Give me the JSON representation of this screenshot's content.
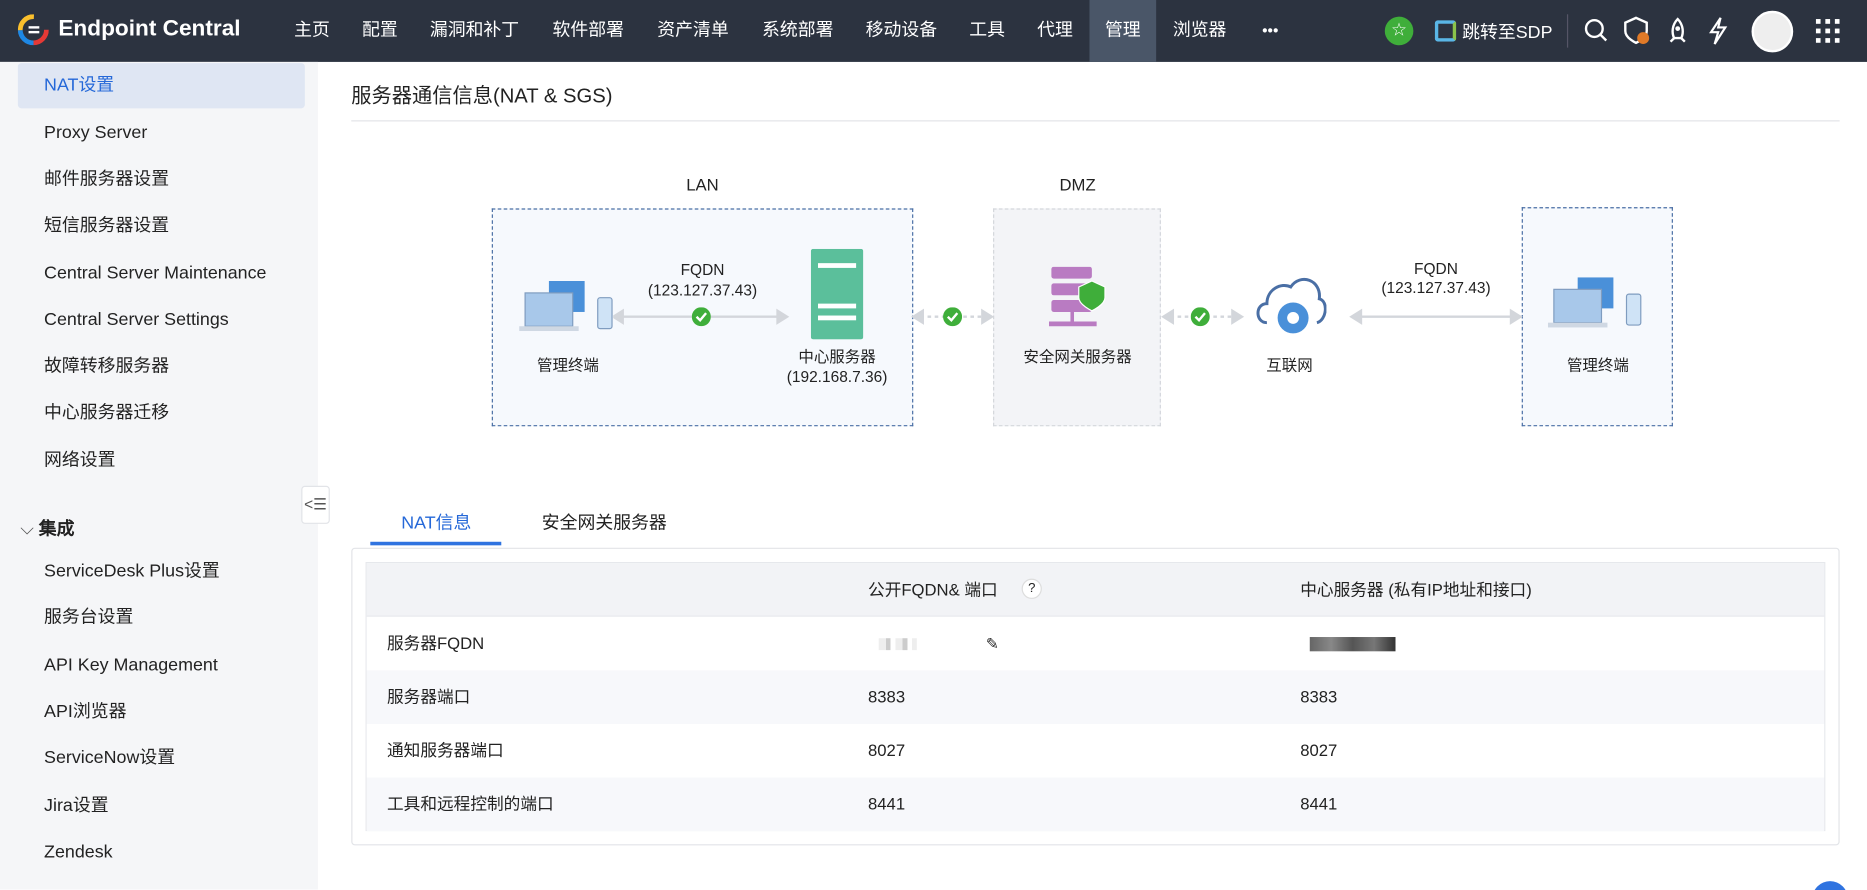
{
  "nav": {
    "brand": "Endpoint Central",
    "items": [
      "主页",
      "配置",
      "漏洞和补丁",
      "软件部署",
      "资产清单",
      "系统部署",
      "移动设备",
      "工具",
      "代理",
      "管理",
      "浏览器"
    ],
    "active": "管理",
    "more": "•••",
    "sdp_link": "跳转至SDP"
  },
  "sidebar": {
    "items": [
      "NAT设置",
      "Proxy Server",
      "邮件服务器设置",
      "短信服务器设置",
      "Central Server Maintenance",
      "Central Server Settings",
      "故障转移服务器",
      "中心服务器迁移",
      "网络设置"
    ],
    "section": "集成",
    "section_items": [
      "ServiceDesk Plus设置",
      "服务台设置",
      "API Key Management",
      "API浏览器",
      "ServiceNow设置",
      "Jira设置",
      "Zendesk"
    ]
  },
  "page": {
    "title": "服务器通信信息(NAT & SGS)"
  },
  "diagram": {
    "lan": "LAN",
    "dmz": "DMZ",
    "fqdn": "FQDN",
    "fqdn_ip": "(123.127.37.43)",
    "managed_endpoint": "管理终端",
    "central_server": "中心服务器",
    "central_server_ip": "(192.168.7.36)",
    "sgs": "安全网关服务器",
    "internet": "互联网",
    "colors": {
      "green": "#3fae3a",
      "server": "#5bbf9b",
      "sgs": "#b97bc2",
      "cloud": "#4a90d9"
    }
  },
  "tabs": [
    "NAT信息",
    "安全网关服务器"
  ],
  "table": {
    "headers": [
      "",
      "公开FQDN& 端口",
      "中心服务器 (私有IP地址和接口)"
    ],
    "help": "?",
    "rows": [
      [
        "服务器FQDN",
        "",
        ""
      ],
      [
        "服务器端口",
        "8383",
        "8383"
      ],
      [
        "通知服务器端口",
        "8027",
        "8027"
      ],
      [
        "工具和远程控制的端口",
        "8441",
        "8441"
      ]
    ]
  }
}
